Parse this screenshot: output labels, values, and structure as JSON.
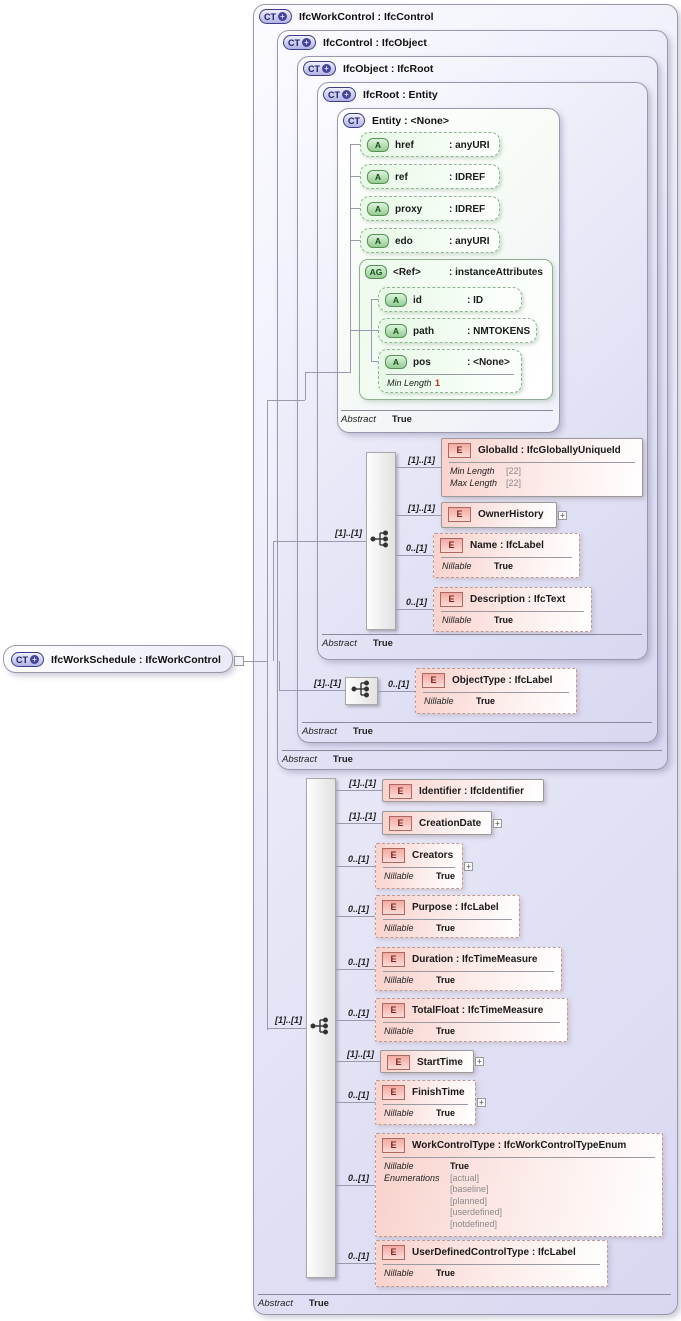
{
  "boxes": {
    "work_schedule": {
      "badge": "CT",
      "badge_plus": true,
      "title": "IfcWorkSchedule : IfcWorkControl"
    },
    "work_control": {
      "badge": "CT",
      "badge_plus": true,
      "title": "IfcWorkControl : IfcControl",
      "abstract": {
        "label": "Abstract",
        "value": "True"
      }
    },
    "control": {
      "badge": "CT",
      "badge_plus": true,
      "title": "IfcControl : IfcObject",
      "abstract": {
        "label": "Abstract",
        "value": "True"
      }
    },
    "object": {
      "badge": "CT",
      "badge_plus": true,
      "title": "IfcObject : IfcRoot",
      "abstract": {
        "label": "Abstract",
        "value": "True"
      }
    },
    "root": {
      "badge": "CT",
      "badge_plus": true,
      "title": "IfcRoot : Entity",
      "abstract": {
        "label": "Abstract",
        "value": "True"
      }
    },
    "entity": {
      "badge": "CT",
      "badge_plus": false,
      "title": "Entity : <None>",
      "abstract": {
        "label": "Abstract",
        "value": "True"
      }
    }
  },
  "attributes": [
    {
      "badge": "A",
      "name": "href",
      "type": ": anyURI"
    },
    {
      "badge": "A",
      "name": "ref",
      "type": ": IDREF"
    },
    {
      "badge": "A",
      "name": "proxy",
      "type": ": IDREF"
    },
    {
      "badge": "A",
      "name": "edo",
      "type": ": anyURI"
    }
  ],
  "ref_group": {
    "badge": "AG",
    "name": "<Ref>",
    "type": ": instanceAttributes",
    "attributes": [
      {
        "badge": "A",
        "name": "id",
        "type": ": ID"
      },
      {
        "badge": "A",
        "name": "path",
        "type": ": NMTOKENS"
      },
      {
        "badge": "A",
        "name": "pos",
        "type": ": <None>",
        "facets": [
          {
            "label": "Min Length",
            "value": "1",
            "style": "red"
          }
        ]
      }
    ]
  },
  "sequences": {
    "root_cardinality": "[1]..[1]",
    "object_cardinality": "[1]..[1]",
    "control_cardinality": "[1]..[1]"
  },
  "root_elements": [
    {
      "cardinality": "[1]..[1]",
      "badge": "E",
      "label": "GlobalId : IfcGloballyUniqueId",
      "facets": [
        {
          "label": "Min Length",
          "value": "[22]",
          "style": "muted"
        },
        {
          "label": "Max Length",
          "value": "[22]",
          "style": "muted"
        }
      ]
    },
    {
      "cardinality": "[1]..[1]",
      "badge": "E",
      "label": "OwnerHistory",
      "expandable": true
    },
    {
      "cardinality": "0..[1]",
      "badge": "E",
      "label": "Name : IfcLabel",
      "facets": [
        {
          "label": "Nillable",
          "value": "True"
        }
      ]
    },
    {
      "cardinality": "0..[1]",
      "badge": "E",
      "label": "Description : IfcText",
      "facets": [
        {
          "label": "Nillable",
          "value": "True"
        }
      ]
    }
  ],
  "object_elements": [
    {
      "cardinality": "0..[1]",
      "badge": "E",
      "label": "ObjectType : IfcLabel",
      "facets": [
        {
          "label": "Nillable",
          "value": "True"
        }
      ]
    }
  ],
  "control_elements": [
    {
      "cardinality": "[1]..[1]",
      "badge": "E",
      "label": "Identifier : IfcIdentifier"
    },
    {
      "cardinality": "[1]..[1]",
      "badge": "E",
      "label": "CreationDate",
      "expandable": true
    },
    {
      "cardinality": "0..[1]",
      "badge": "E",
      "label": "Creators",
      "expandable": true,
      "facets": [
        {
          "label": "Nillable",
          "value": "True"
        }
      ]
    },
    {
      "cardinality": "0..[1]",
      "badge": "E",
      "label": "Purpose : IfcLabel",
      "facets": [
        {
          "label": "Nillable",
          "value": "True"
        }
      ]
    },
    {
      "cardinality": "0..[1]",
      "badge": "E",
      "label": "Duration : IfcTimeMeasure",
      "facets": [
        {
          "label": "Nillable",
          "value": "True"
        }
      ]
    },
    {
      "cardinality": "0..[1]",
      "badge": "E",
      "label": "TotalFloat : IfcTimeMeasure",
      "facets": [
        {
          "label": "Nillable",
          "value": "True"
        }
      ]
    },
    {
      "cardinality": "[1]..[1]",
      "badge": "E",
      "label": "StartTime",
      "expandable": true
    },
    {
      "cardinality": "0..[1]",
      "badge": "E",
      "label": "FinishTime",
      "expandable": true,
      "facets": [
        {
          "label": "Nillable",
          "value": "True"
        }
      ]
    },
    {
      "cardinality": "0..[1]",
      "badge": "E",
      "label": "WorkControlType : IfcWorkControlTypeEnum",
      "facets": [
        {
          "label": "Nillable",
          "value": "True"
        },
        {
          "label": "Enumerations",
          "values": [
            "[actual]",
            "[baseline]",
            "[planned]",
            "[userdefined]",
            "[notdefined]"
          ],
          "style": "muted"
        }
      ]
    },
    {
      "cardinality": "0..[1]",
      "badge": "E",
      "label": "UserDefinedControlType : IfcLabel",
      "facets": [
        {
          "label": "Nillable",
          "value": "True"
        }
      ]
    }
  ],
  "icons": {
    "expand_glyph": "+",
    "plus_glyph": "+"
  },
  "colors": {
    "type_fill": "#e3e3f6",
    "attribute_fill": "#e9f8e9",
    "element_fill": "#f8d7d2",
    "badge_border": "#3c3c8c",
    "facet_muted": "#8a8a8a",
    "min_length_alert": "#cc2222",
    "line": "#9a9aae"
  }
}
